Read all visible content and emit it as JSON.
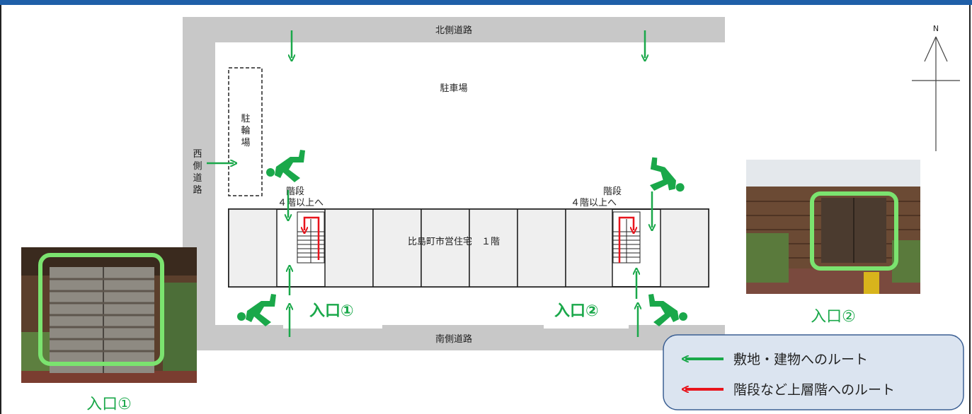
{
  "roads": {
    "north": "北側道路",
    "south": "南側道路",
    "west_chars": [
      "西",
      "側",
      "道",
      "路"
    ]
  },
  "parking": "駐車場",
  "bicycle_chars": [
    "駐",
    "輪",
    "場"
  ],
  "building": "比島町市営住宅　１階",
  "stairs_left": {
    "line1": "階段",
    "line2": "４階以上へ"
  },
  "stairs_right": {
    "line1": "階段",
    "line2": "４階以上へ"
  },
  "entrances": {
    "left": "入口①",
    "right": "入口②"
  },
  "photos": {
    "left_caption": "入口①",
    "right_caption": "入口②"
  },
  "compass": "N",
  "legend": {
    "green_label": "敷地・建物へのルート",
    "red_label": "階段など上層階へのルート"
  },
  "colors": {
    "route": "#1aa84a",
    "stairs_route": "#e8141c",
    "road": "#c8c8c8",
    "legend_bg": "#dbe4f0",
    "highlight": "#7be36f"
  }
}
